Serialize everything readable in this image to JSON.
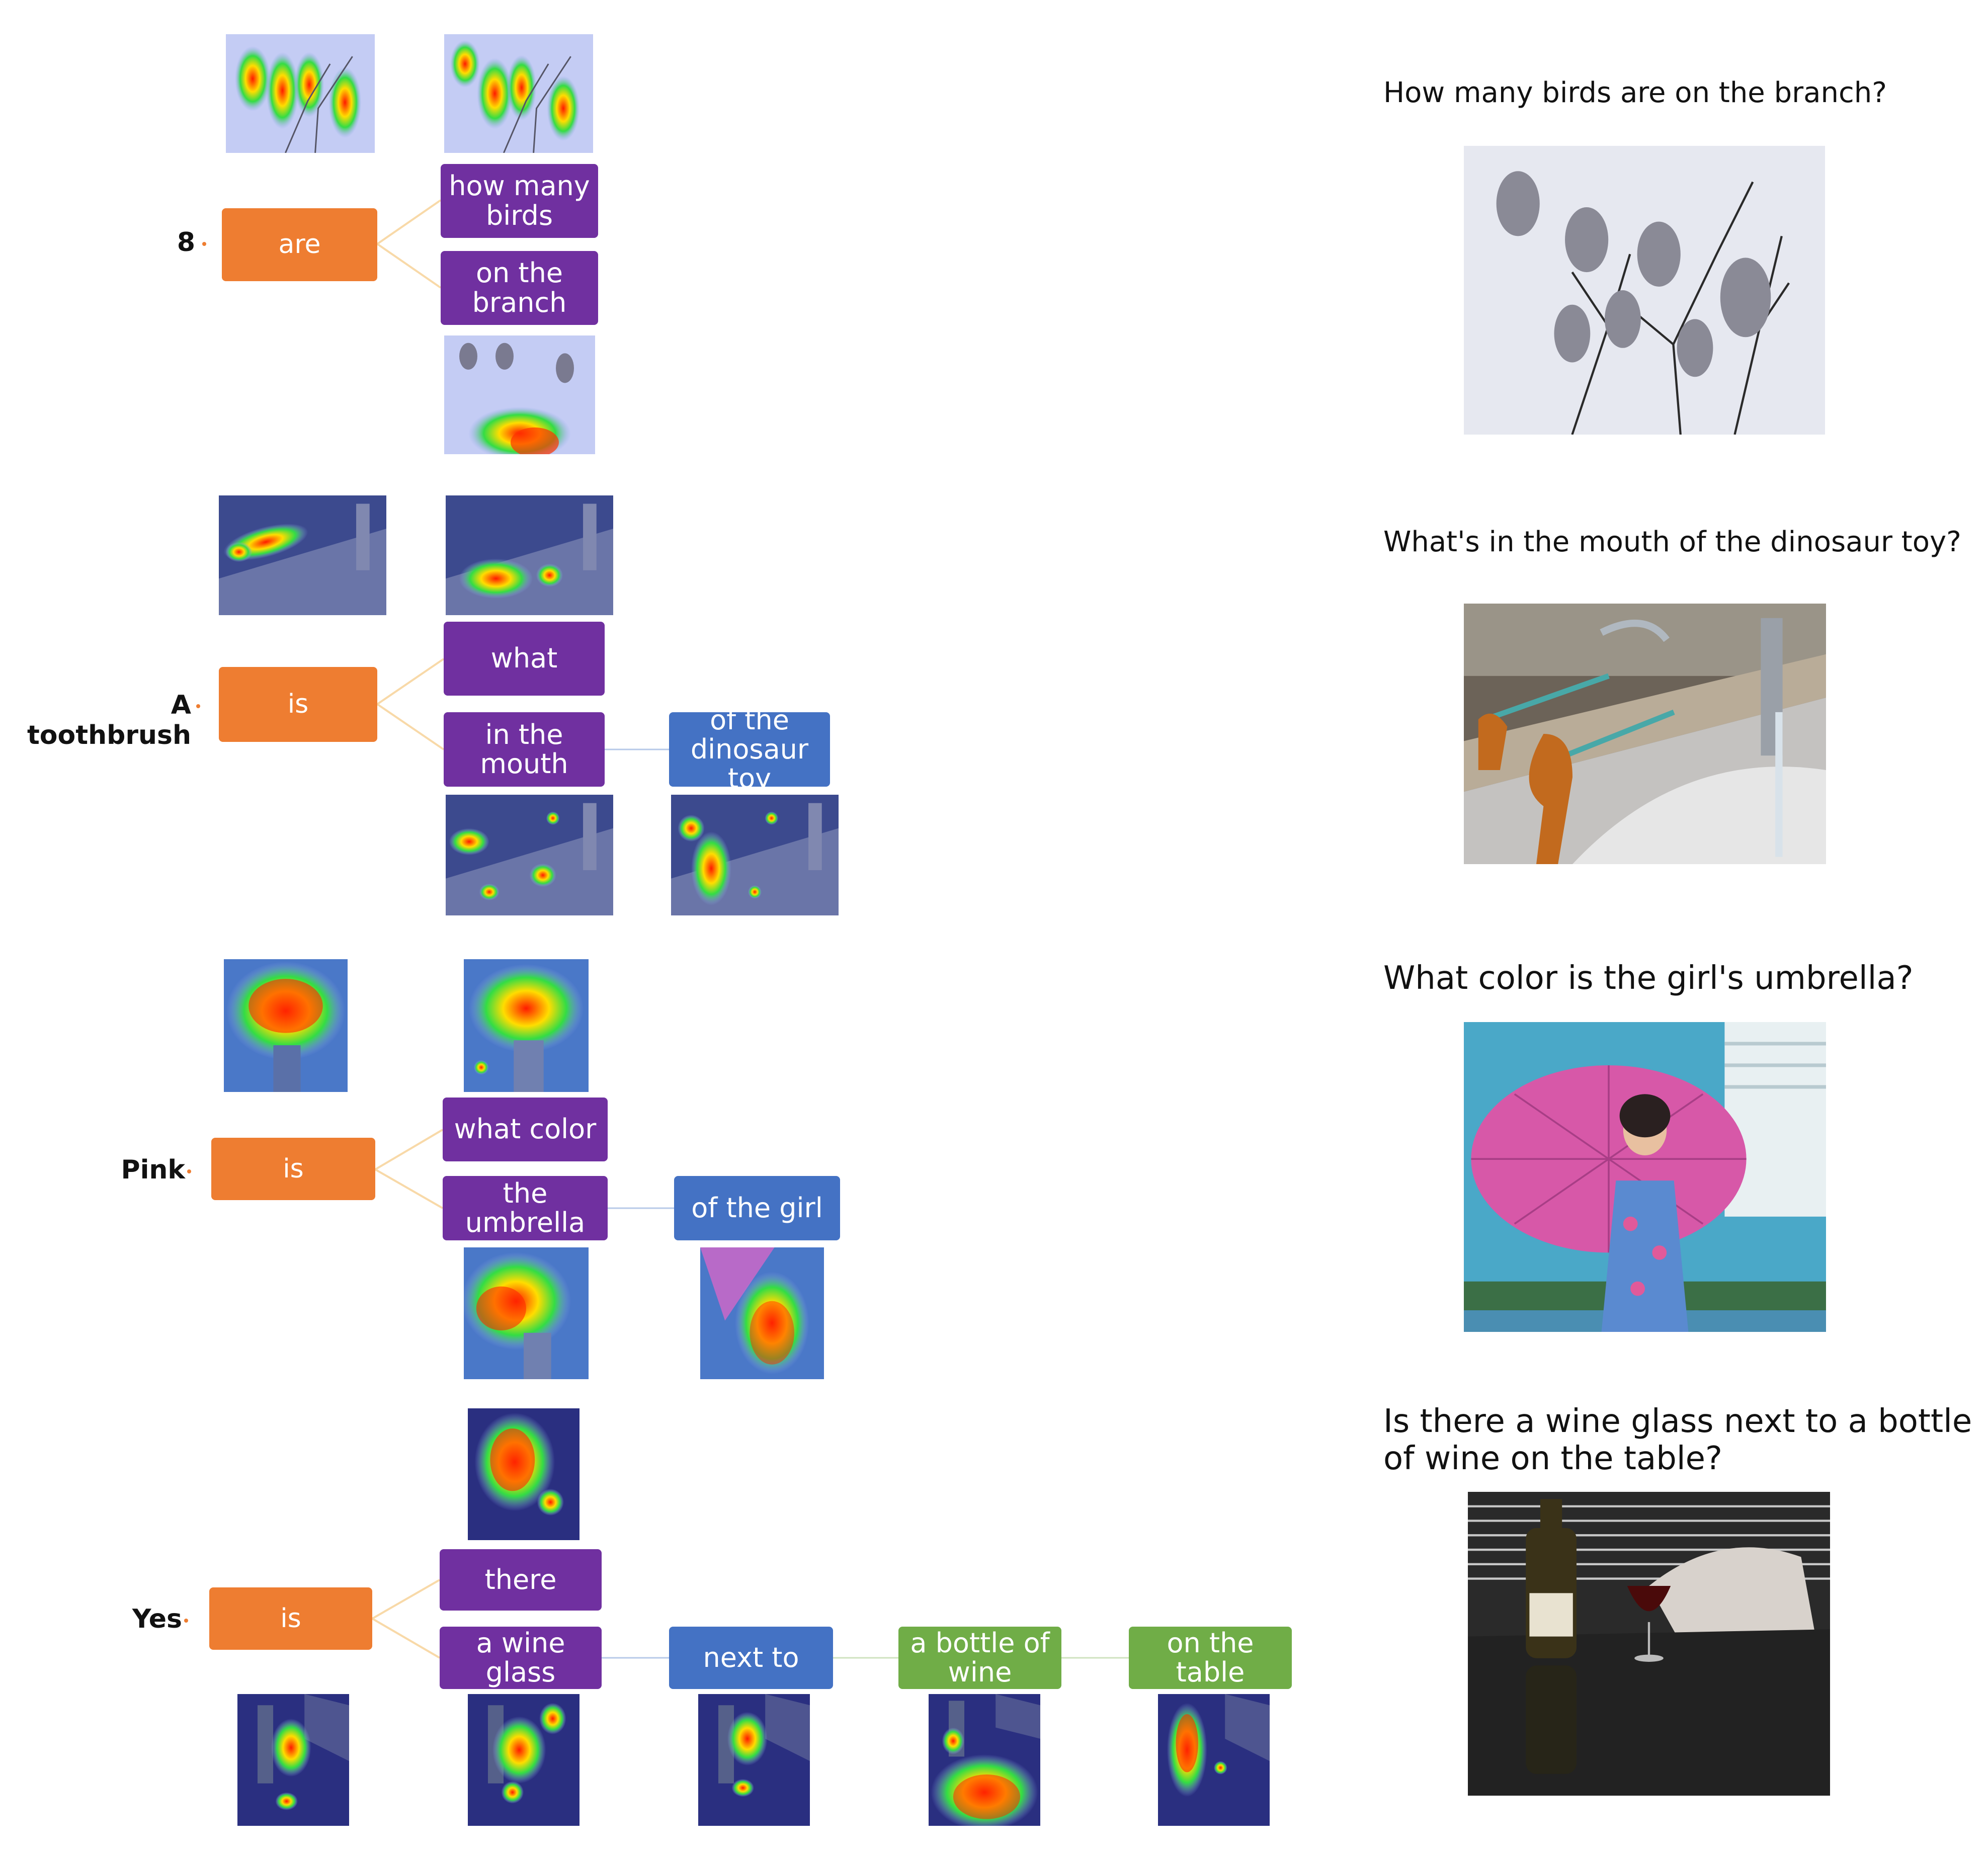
{
  "examples": [
    {
      "answer": "8",
      "verb": "are",
      "phrases": [
        "how many\nbirds",
        "on the\nbranch"
      ],
      "question": "How many birds are on the branch?"
    },
    {
      "answer": "A toothbrush",
      "verb": "is",
      "phrases": [
        "what",
        "in the\nmouth",
        "of the\ndinosaur toy"
      ],
      "question": "What's in the mouth of the dinosaur toy?"
    },
    {
      "answer": "Pink",
      "verb": "is",
      "phrases": [
        "what color",
        "the\numbrella",
        "of the girl"
      ],
      "question": "What color is the girl's umbrella?"
    },
    {
      "answer": "Yes",
      "verb": "is",
      "phrases": [
        "there",
        "a wine\nglass",
        "next to",
        "a bottle of\nwine",
        "on the\ntable"
      ],
      "question": "Is there a wine glass next to a bottle\n of wine on the table?"
    }
  ],
  "colors": {
    "verb_box": "#ee7d31",
    "noun_box": "#7030a0",
    "modifier_box": "#4472c4",
    "relation_box": "#70ad47",
    "verb_link": "#f8d9a8",
    "phrase_link": "#b7c9e8"
  }
}
